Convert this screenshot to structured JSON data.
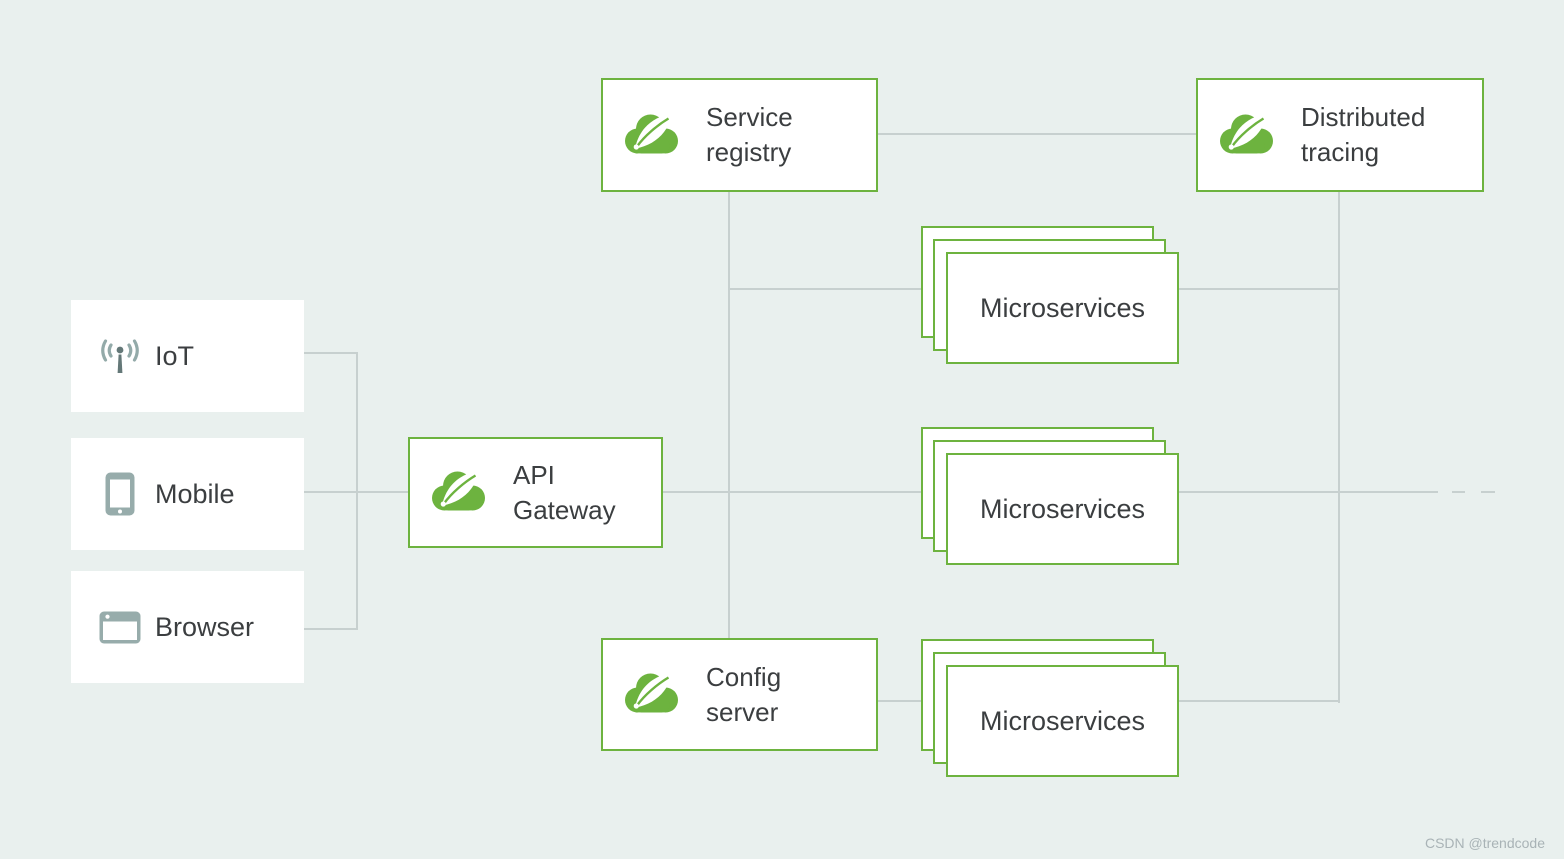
{
  "diagram": {
    "clients": [
      {
        "label": "IoT",
        "icon": "iot-antenna-icon"
      },
      {
        "label": "Mobile",
        "icon": "smartphone-icon"
      },
      {
        "label": "Browser",
        "icon": "browser-window-icon"
      }
    ],
    "nodes": {
      "service_registry": {
        "label": "Service\nregistry",
        "icon": "spring-cloud-logo-icon"
      },
      "distributed_tracing": {
        "label": "Distributed\ntracing",
        "icon": "spring-cloud-logo-icon"
      },
      "api_gateway": {
        "label": "API\nGateway",
        "icon": "spring-cloud-logo-icon"
      },
      "config_server": {
        "label": "Config\nserver",
        "icon": "spring-cloud-logo-icon"
      }
    },
    "microservices_label": "Microservices",
    "watermark": "CSDN @trendcode",
    "colors": {
      "background": "#e9f0ee",
      "spring_green": "#6db33f",
      "connector_gray": "#c7d0cf",
      "text": "#3b3e40",
      "client_icon": "#97acab",
      "watermark": "#a9b3b6"
    }
  }
}
